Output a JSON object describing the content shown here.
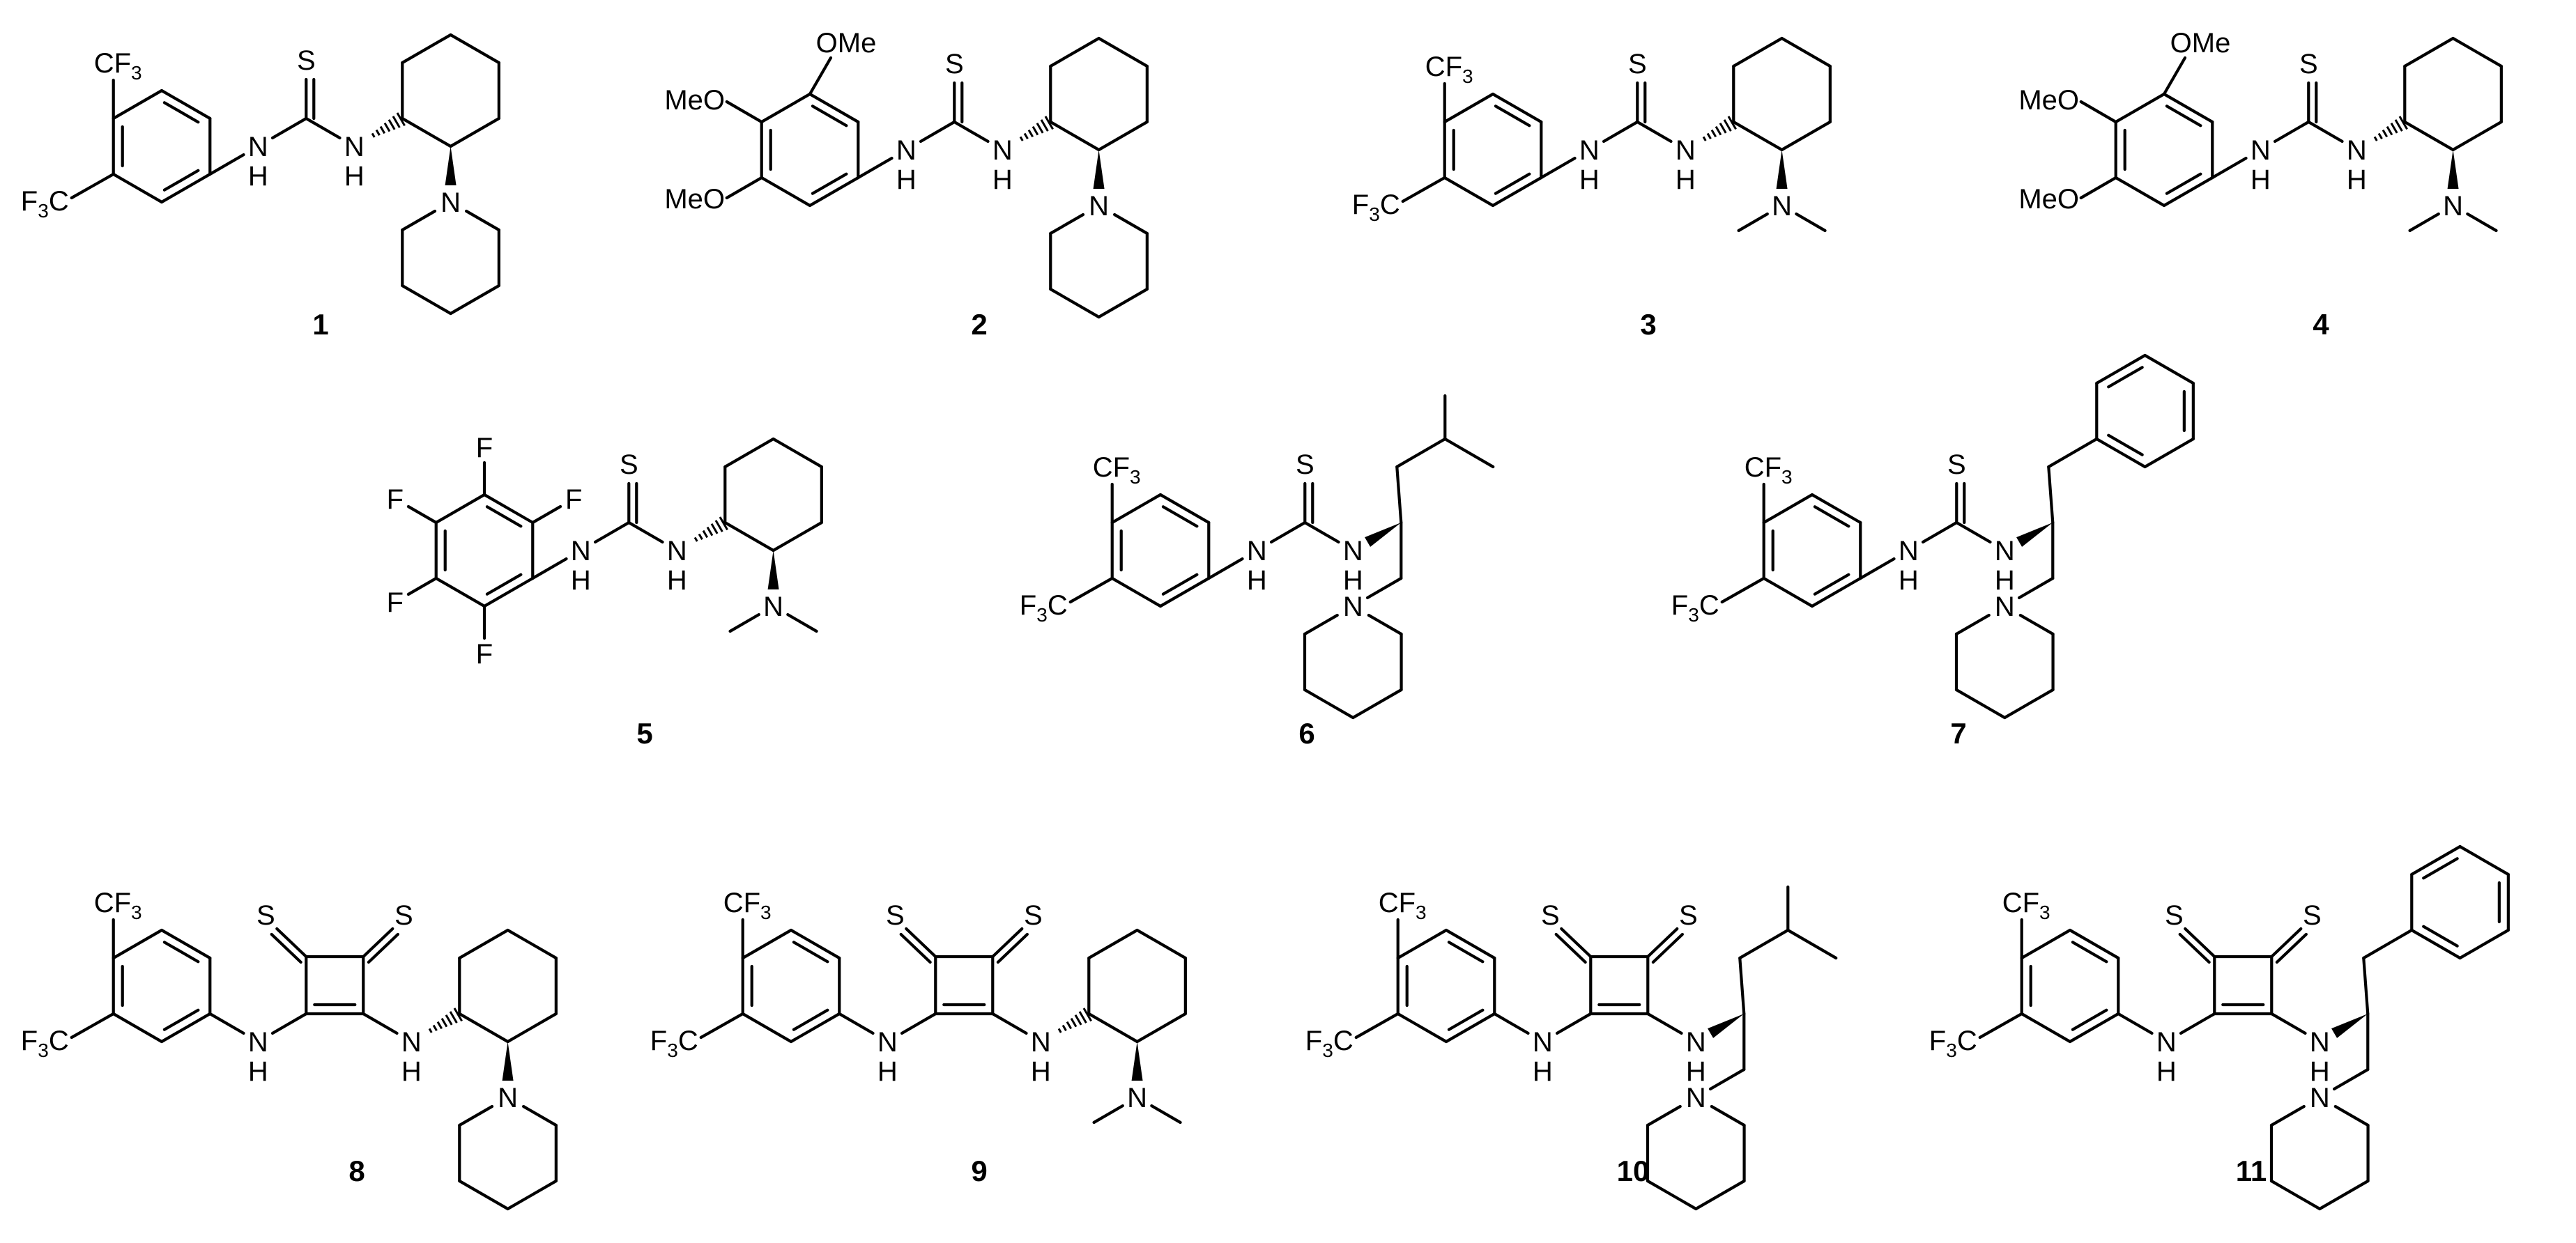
{
  "compounds": [
    {
      "id": "1",
      "aryl": {
        "sub1": "CF3",
        "sub2": "CF3"
      },
      "nh_left": "NH",
      "nh_right": "NH",
      "thio": "S",
      "amine": "N"
    },
    {
      "id": "2",
      "aryl": {
        "sub1": "OMe",
        "sub2": "MeO",
        "sub3": "MeO"
      },
      "nh_left": "NH",
      "nh_right": "NH",
      "thio": "S",
      "amine": "N"
    },
    {
      "id": "3",
      "aryl": {
        "sub1": "CF3",
        "sub2": "CF3"
      },
      "nh_left": "NH",
      "nh_right": "NH",
      "thio": "S",
      "amine": "N"
    },
    {
      "id": "4",
      "aryl": {
        "sub1": "OMe",
        "sub2": "MeO",
        "sub3": "MeO"
      },
      "nh_left": "NH",
      "nh_right": "NH",
      "thio": "S",
      "amine": "N"
    },
    {
      "id": "5",
      "aryl": {
        "f1": "F",
        "f2": "F",
        "f3": "F",
        "f4": "F",
        "f5": "F"
      },
      "nh_left": "NH",
      "nh_right": "NH",
      "thio": "S",
      "amine": "N"
    },
    {
      "id": "6",
      "aryl": {
        "sub1": "CF3",
        "sub2": "CF3"
      },
      "nh_left": "NH",
      "nh_right": "NH",
      "thio": "S",
      "amine": "N"
    },
    {
      "id": "7",
      "aryl": {
        "sub1": "CF3",
        "sub2": "CF3"
      },
      "nh_left": "NH",
      "nh_right": "NH",
      "thio": "S",
      "amine": "N"
    },
    {
      "id": "8",
      "aryl": {
        "sub1": "CF3",
        "sub2": "CF3"
      },
      "nh_left": "NH",
      "nh_right": "NH",
      "thio": "S",
      "amine": "N"
    },
    {
      "id": "9",
      "aryl": {
        "sub1": "CF3",
        "sub2": "CF3"
      },
      "nh_left": "NH",
      "nh_right": "NH",
      "thio": "S",
      "amine": "N"
    },
    {
      "id": "10",
      "aryl": {
        "sub1": "CF3",
        "sub2": "CF3"
      },
      "nh_left": "NH",
      "nh_right": "NH",
      "thio": "S",
      "amine": "N"
    },
    {
      "id": "11",
      "aryl": {
        "sub1": "CF3",
        "sub2": "CF3"
      },
      "nh_left": "NH",
      "nh_right": "NH",
      "thio": "S",
      "amine": "N"
    }
  ],
  "labels": {
    "cf3_main": "CF",
    "cf3_sub": "3",
    "f3c_main_a": "F",
    "f3c_sub": "3",
    "f3c_main_b": "C",
    "ome": "OMe",
    "meo": "MeO",
    "f": "F",
    "s": "S",
    "n": "N",
    "nh_n": "N",
    "nh_h": "H"
  }
}
